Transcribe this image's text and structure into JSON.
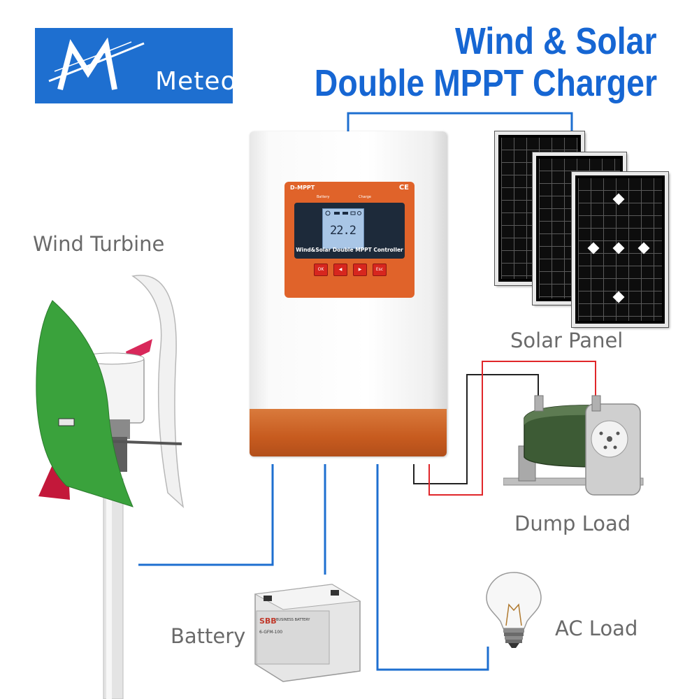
{
  "brand": {
    "name": "Meteor",
    "mark": "M"
  },
  "title": {
    "line1": "Wind & Solar",
    "line2": "Double MPPT Charger"
  },
  "labels": {
    "wind_turbine": "Wind Turbine",
    "solar_panel": "Solar Panel",
    "dump_load": "Dump Load",
    "battery": "Battery",
    "ac_load": "AC Load"
  },
  "controller": {
    "model": "D-MPPT",
    "ce_mark": "CE",
    "battery_indicator": "Battery",
    "charge_indicator": "Charge",
    "lcd_value": "22.2",
    "caption": "Wind&Solar Double MPPT Controller",
    "buttons": [
      "OK",
      "◀",
      "▶",
      "Esc"
    ]
  },
  "battery_unit": {
    "brand": "SBB",
    "brand_tag": "BUSINESS BATTERY",
    "model": "6-GFM-100"
  },
  "colors": {
    "wire_blue": "#1e6fd0",
    "wire_red": "#e0262a",
    "wire_black": "#222222",
    "brand_blue": "#1e6fd0",
    "title_blue": "#1666d3",
    "controller_orange": "#e0632a"
  }
}
